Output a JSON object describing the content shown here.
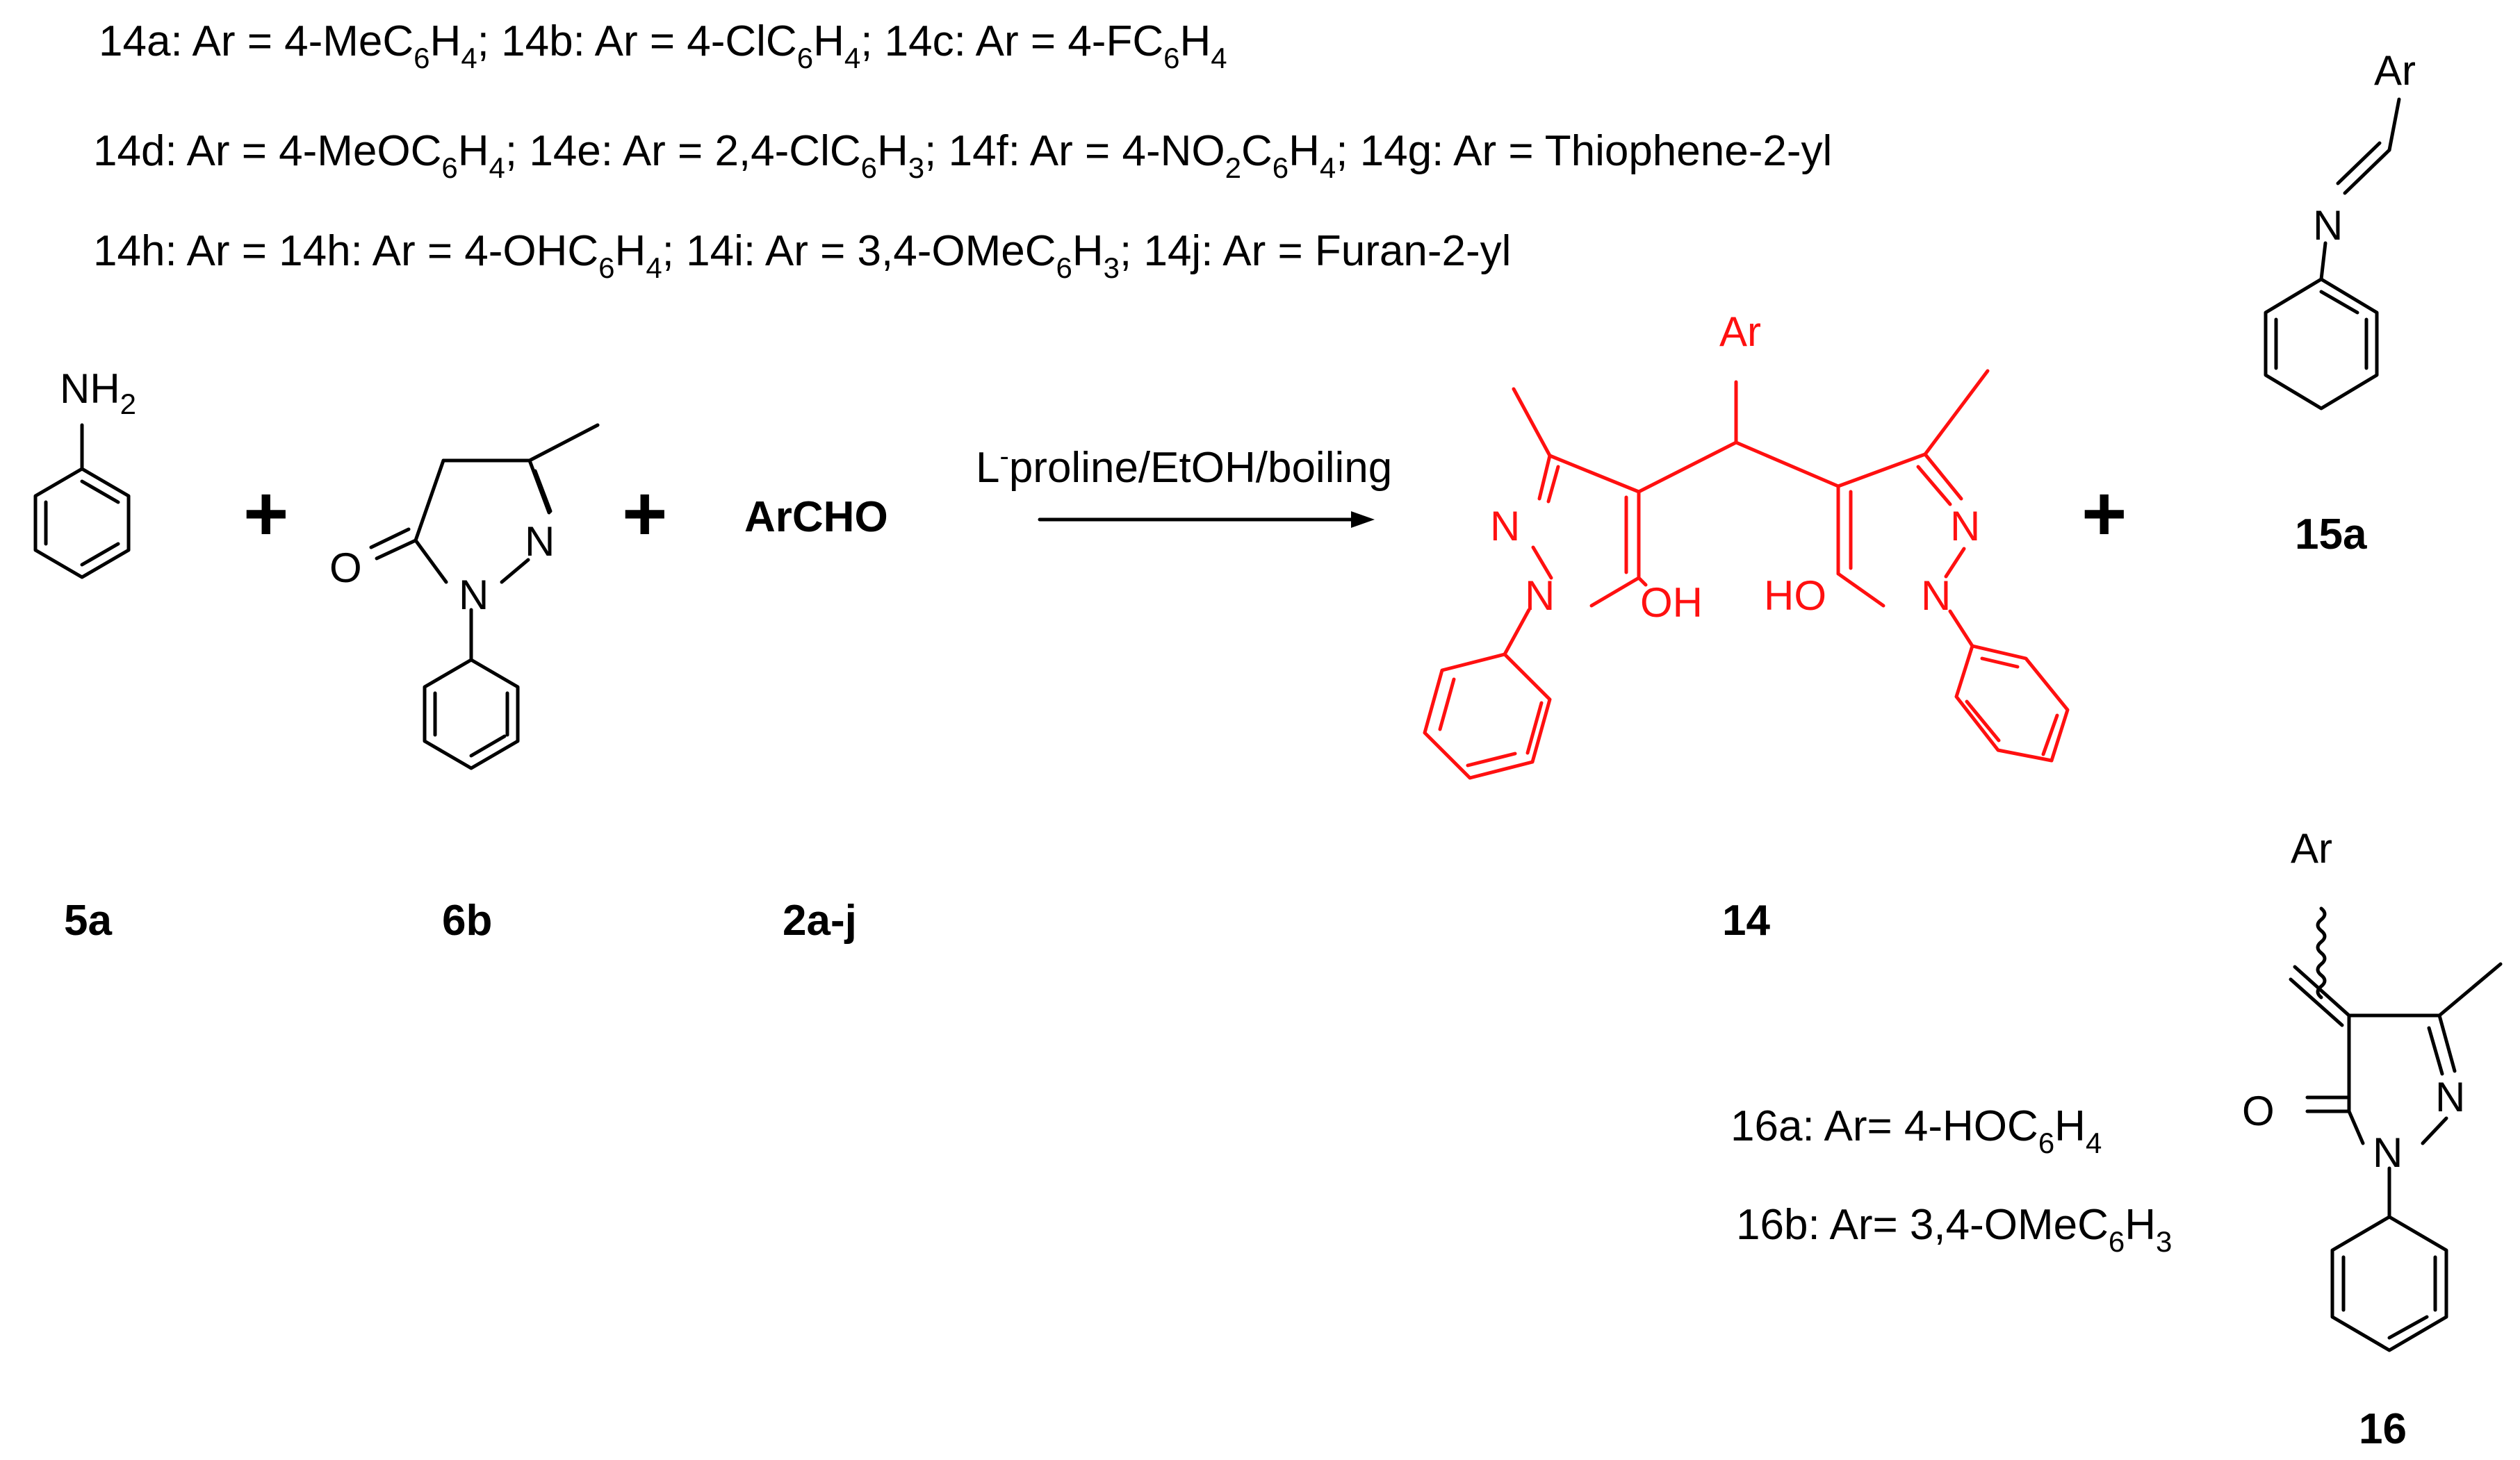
{
  "legend_14": {
    "line1": [
      {
        "t": "14a: Ar = 4-MeC"
      },
      {
        "t": "6",
        "s": 1
      },
      {
        "t": "H"
      },
      {
        "t": "4",
        "s": 1
      },
      {
        "t": "; 14b: Ar = 4-ClC"
      },
      {
        "t": "6",
        "s": 1
      },
      {
        "t": "H"
      },
      {
        "t": "4",
        "s": 1
      },
      {
        "t": "; 14c: Ar = 4-FC"
      },
      {
        "t": "6",
        "s": 1
      },
      {
        "t": "H"
      },
      {
        "t": "4",
        "s": 1
      }
    ],
    "line2": [
      {
        "t": "14d: Ar = 4-MeOC"
      },
      {
        "t": "6",
        "s": 1
      },
      {
        "t": "H"
      },
      {
        "t": "4",
        "s": 1
      },
      {
        "t": "; 14e: Ar = 2,4-ClC"
      },
      {
        "t": "6",
        "s": 1
      },
      {
        "t": "H"
      },
      {
        "t": "3",
        "s": 1
      },
      {
        "t": "; 14f: Ar = 4-NO"
      },
      {
        "t": "2",
        "s": 1
      },
      {
        "t": "C"
      },
      {
        "t": "6",
        "s": 1
      },
      {
        "t": "H"
      },
      {
        "t": "4",
        "s": 1
      },
      {
        "t": "; 14g: Ar = Thiophene-2-yl"
      }
    ],
    "line3": [
      {
        "t": "14h: Ar = 14h: Ar = 4-OHC"
      },
      {
        "t": "6",
        "s": 1
      },
      {
        "t": "H"
      },
      {
        "t": "4",
        "s": 1
      },
      {
        "t": "; 14i: Ar = 3,4-OMeC"
      },
      {
        "t": "6",
        "s": 1
      },
      {
        "t": "H"
      },
      {
        "t": "3",
        "s": 1
      },
      {
        "t": "; 14j: Ar = Furan-2-yl"
      }
    ]
  },
  "legend_16": {
    "line1": [
      {
        "t": "16a: Ar= 4-HOC"
      },
      {
        "t": "6",
        "s": 1
      },
      {
        "t": "H"
      },
      {
        "t": "4",
        "s": 1
      }
    ],
    "line2": [
      {
        "t": "16b: Ar= 3,4-OMeC"
      },
      {
        "t": "6",
        "s": 1
      },
      {
        "t": "H"
      },
      {
        "t": "3",
        "s": 1
      }
    ]
  },
  "reagent_label": "ArCHO",
  "plus_sign": "+",
  "conditions": {
    "prefix": "L",
    "sup": "-",
    "rest": "proline/EtOH/boiling"
  },
  "compound_labels": {
    "c5a": "5a",
    "c6b": "6b",
    "c2aj": "2a-j",
    "c14": "14",
    "c15a": "15a",
    "c16": "16"
  },
  "atoms": {
    "NH": "NH",
    "sub2": "2",
    "N": "N",
    "O": "O",
    "OH": "OH",
    "HO": "HO",
    "Ar": "Ar"
  },
  "colors": {
    "product_highlight": "#ff1010",
    "default": "#000000"
  }
}
